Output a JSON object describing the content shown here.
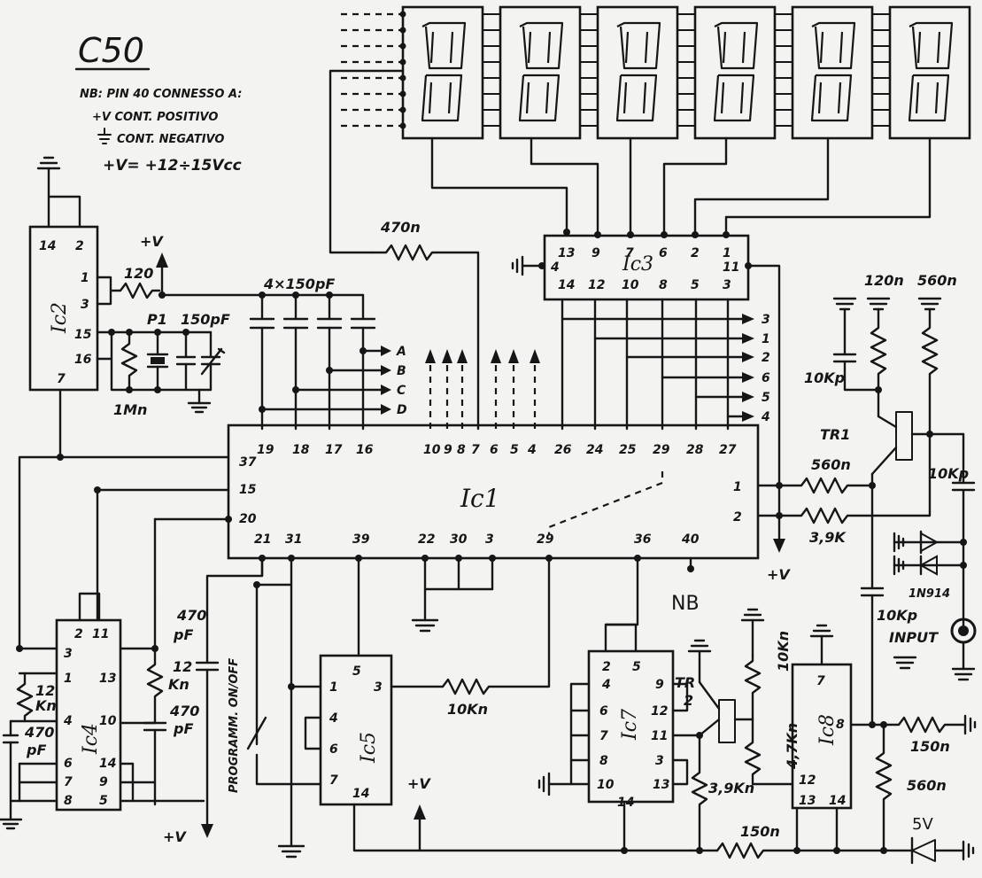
{
  "title": "C50",
  "notes": {
    "line1": "NB: PIN 40 CONNESSO A:",
    "line2": "+V CONT. POSITIVO",
    "line3": "CONT. NEGATIVO",
    "line4": "+V= +12÷15Vcc"
  },
  "ics": {
    "ic1": "Ic1",
    "ic2": "Ic2",
    "ic3": "Ic3",
    "ic4": "Ic4",
    "ic5": "Ic5",
    "ic7": "Ic7",
    "ic8": "Ic8"
  },
  "components": {
    "r120_ic2": "120",
    "p1": "P1",
    "c150pf": "150pF",
    "r1m": "1Mn",
    "cap_bank": "4×150pF",
    "r470": "470n",
    "r120_tr1": "120n",
    "r560_tr1": "560n",
    "c10k_tr1": "10Kp",
    "tr1": "TR1",
    "r560_pin1": "560n",
    "r39k_pin2": "3,9K",
    "c10k_input": "10Kp",
    "diodes": "1N914",
    "c10k_ic8": "10Kp",
    "input": "INPUT",
    "r10k_ic5": "10Kn",
    "c470_ic1": "470",
    "c470_ic1_unit": "pF",
    "programm": "PROGRAMM. ON/OFF",
    "r12k_left": "12",
    "r12k_left_unit": "Kn",
    "c470_left": "470",
    "c470_left_unit": "pF",
    "r12k_mid": "12",
    "r12k_mid_unit": "Kn",
    "c470_mid": "470",
    "c470_mid_unit": "pF",
    "tr2": "TR",
    "tr2_num": "2",
    "r10k_tr2": "10Kn",
    "r47k": "4,7Kn",
    "r39k_tr2": "3,9Kn",
    "r150_bottom": "150n",
    "r150_ic8": "150n",
    "r560_ic8": "560n",
    "zener": "5V",
    "nb": "NB"
  },
  "supply": {
    "plus_v": "+V"
  },
  "ic1_pins": {
    "top": [
      "19",
      "18",
      "17",
      "16",
      "10",
      "9",
      "8",
      "7",
      "6",
      "5",
      "4",
      "26",
      "24",
      "25",
      "29",
      "28",
      "27"
    ],
    "left": [
      "37",
      "15",
      "20"
    ],
    "right": [
      "1",
      "2"
    ],
    "bottom": [
      "21",
      "31",
      "39",
      "22",
      "30",
      "3",
      "29",
      "36",
      "40"
    ]
  },
  "ic2_pins": [
    "14",
    "2",
    "1",
    "3",
    "15",
    "16",
    "7"
  ],
  "ic3_pins": {
    "top": [
      "13",
      "9",
      "7",
      "6",
      "2",
      "1"
    ],
    "left": "4",
    "right": "11",
    "bottom": [
      "14",
      "12",
      "10",
      "8",
      "5",
      "3"
    ]
  },
  "ic4_pins": [
    "2",
    "11",
    "3",
    "1",
    "13",
    "4",
    "10",
    "6",
    "14",
    "7",
    "9",
    "8",
    "5"
  ],
  "ic5_pins": [
    "5",
    "1",
    "3",
    "4",
    "6",
    "7",
    "14"
  ],
  "ic7_pins": [
    "2",
    "5",
    "4",
    "9",
    "6",
    "12",
    "7",
    "11",
    "8",
    "3",
    "10",
    "13",
    "14"
  ],
  "ic8_pins": [
    "7",
    "8",
    "12",
    "13",
    "14"
  ],
  "cap_outputs": [
    "A",
    "B",
    "C",
    "D"
  ],
  "ic3_outputs": [
    "3",
    "1",
    "2",
    "6",
    "5",
    "4"
  ]
}
